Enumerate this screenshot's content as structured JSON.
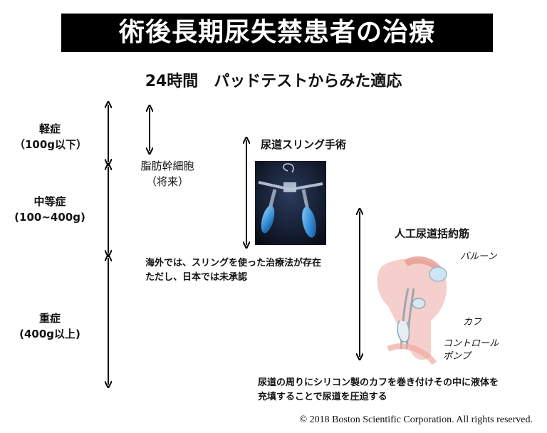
{
  "header": {
    "title": "術後長期尿失禁患者の治療",
    "subtitle": "24時間　パッドテストからみた適応"
  },
  "severity_levels": [
    {
      "label": "軽症",
      "sub": "（100g以下）"
    },
    {
      "label": "中等症",
      "sub": "(100~400g)"
    },
    {
      "label": "重症",
      "sub": "(400g以上)"
    }
  ],
  "treatments": {
    "stem_cell": {
      "label": "脂肪幹細胞",
      "sub": "（将来）"
    },
    "sling": {
      "label": "尿道スリング手術",
      "note_line1": "海外では、スリングを使った治療法が存在",
      "note_line2": "ただし、日本では未承認"
    },
    "sphincter": {
      "label": "人工尿道括約筋",
      "parts": {
        "balloon": "バルーン",
        "cuff": "カフ",
        "pump_line1": "コントロール",
        "pump_line2": "ポンプ"
      },
      "note_line1": "尿道の周りにシリコン製のカフを巻き付けその中に液体を",
      "note_line2": "充填することで尿道を圧迫する"
    }
  },
  "footer": {
    "copyright": "© 2018 Boston Scientific Corporation.  All rights reserved."
  },
  "colors": {
    "title_bg": "#000000",
    "title_fg": "#ffffff",
    "sling_bg": "#0d1426",
    "sling_blue": "#3b8fd6"
  }
}
